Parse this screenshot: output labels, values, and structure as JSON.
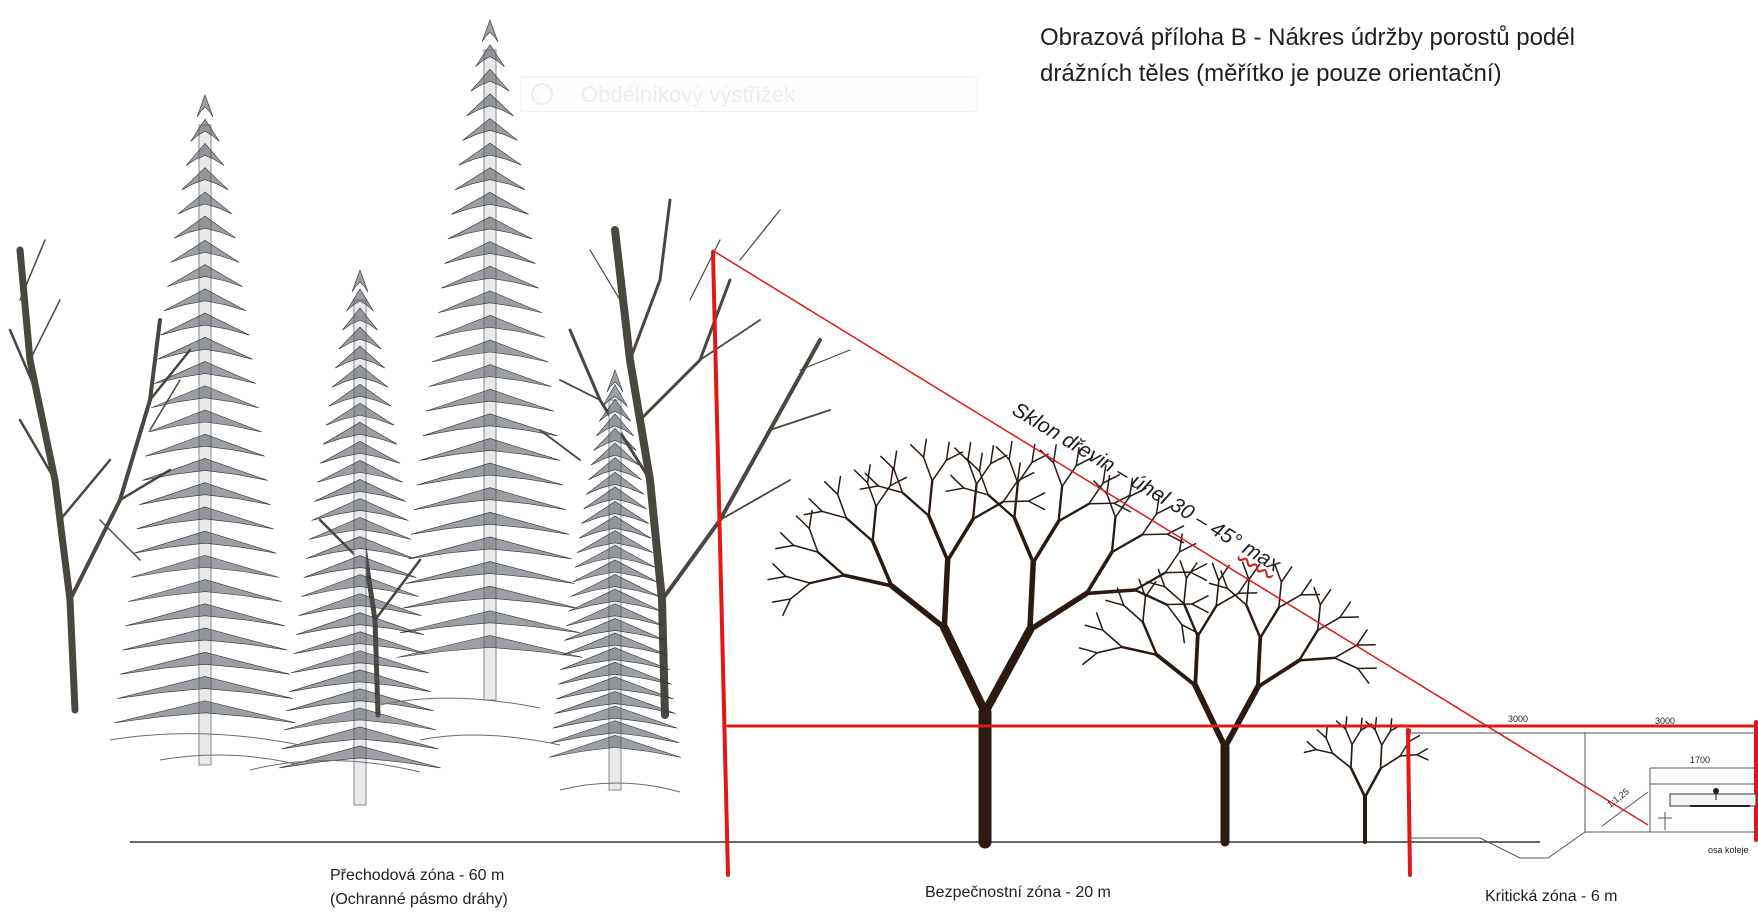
{
  "title": {
    "line1": "Obrazová příloha B - Nákres údržby porostů podél",
    "line2": "drážních těles (měřítko je pouze orientační)"
  },
  "ghost_snip": {
    "label": "Obdélníkový výstřižek"
  },
  "slope_label": {
    "text": "Sklon dřevin – úhel 30 – 45° ",
    "max": "max"
  },
  "zones": {
    "transition": {
      "line1": "Přechodová zóna - 60  m",
      "line2": "(Ochranné pásmo dráhy)"
    },
    "safety": {
      "label": "Bezpečnostní zóna  - 20 m"
    },
    "critical": {
      "label": "Kritická zóna - 6 m"
    }
  },
  "dimensions": {
    "left_3000": "3000",
    "right_3000": "3000",
    "d1700": "1700",
    "slope_ratio": "1:1,25",
    "track_axis": "osa koleje"
  },
  "colors": {
    "zone_lines": "#e01818",
    "trees": "#2a1a12",
    "spruce": "#4a5058"
  }
}
